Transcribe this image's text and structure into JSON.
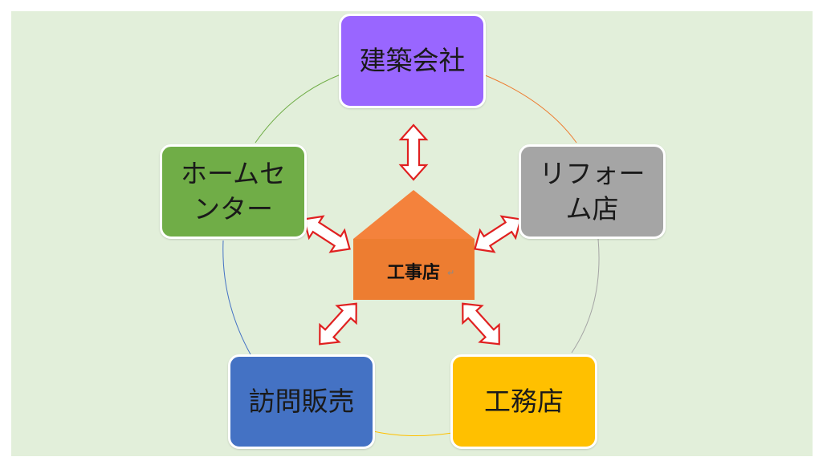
{
  "center": {
    "label": "工事店"
  },
  "nodes": [
    {
      "id": "kenchiku",
      "label": "建築会社",
      "color": "#9966ff"
    },
    {
      "id": "reform",
      "label": "リフォー\nム店",
      "color": "#a5a5a5"
    },
    {
      "id": "koumuten",
      "label": "工務店",
      "color": "#ffc000"
    },
    {
      "id": "houmon",
      "label": "訪問販売",
      "color": "#4472c4"
    },
    {
      "id": "homecenter",
      "label": "ホームセ\nンター",
      "color": "#70ad47"
    }
  ],
  "colors": {
    "background": "#e2efda",
    "house_top": "#f4823c",
    "house_body": "#ed7d31",
    "arrow_stroke": "#e02020",
    "arrow_fill": "#ffffff"
  }
}
